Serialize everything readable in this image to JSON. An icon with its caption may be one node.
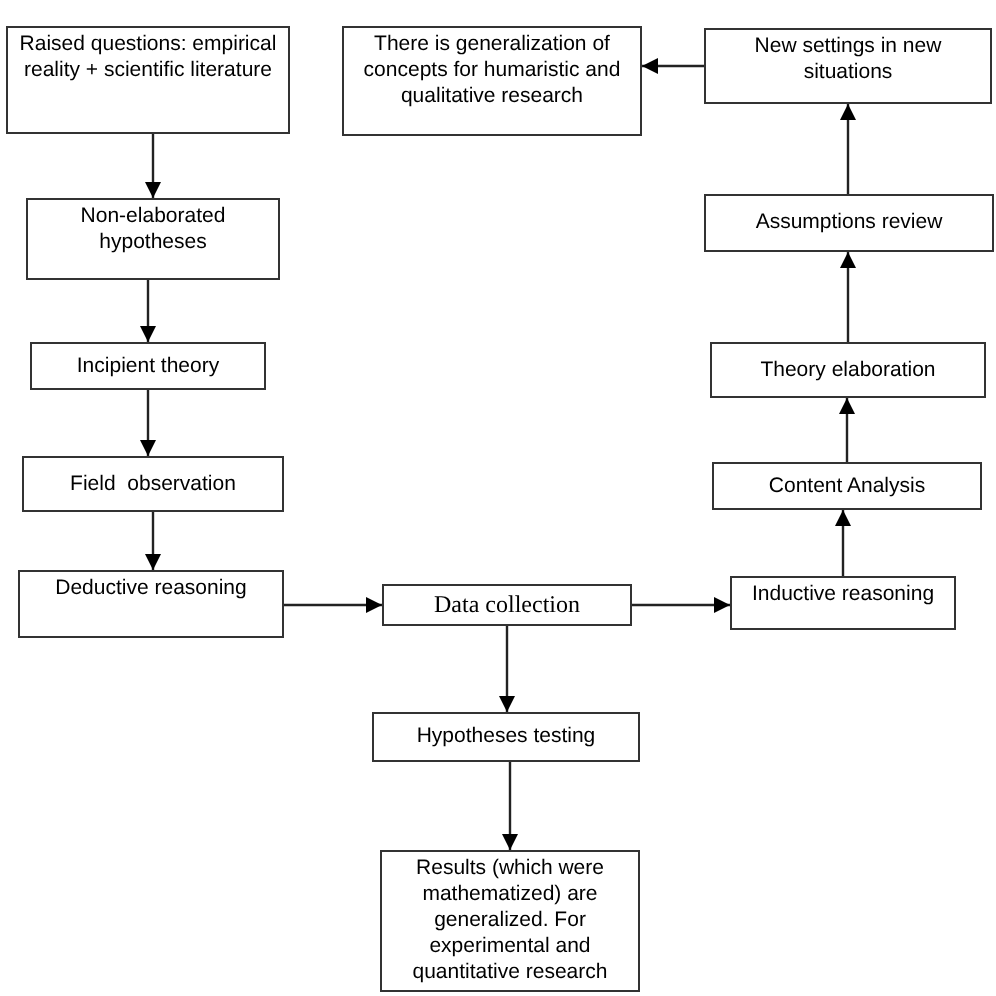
{
  "diagram": {
    "nodes": [
      {
        "text": [
          "Raised questions: empirical reality + scientific literature"
        ]
      },
      {
        "text": [
          "There is generalization of concepts for humaristic and qualitative research"
        ]
      },
      {
        "text": [
          "New settings in new situations"
        ]
      },
      {
        "text": [
          "Non-elaborated hypotheses"
        ]
      },
      {
        "text": [
          "Assumptions review"
        ]
      },
      {
        "text": [
          "Theory elaboration"
        ]
      },
      {
        "text": [
          "Incipient theory"
        ]
      },
      {
        "text": [
          "Field  observation"
        ]
      },
      {
        "text": [
          "Content Analysis"
        ]
      },
      {
        "text": [
          "Deductive reasoning"
        ]
      },
      {
        "text": [
          "Data collection"
        ]
      },
      {
        "text": [
          "Inductive reasoning"
        ]
      },
      {
        "text": [
          "Hypotheses testing"
        ]
      },
      {
        "text": [
          "Results (which were mathematized) are generalized. For experimental and quantitative research"
        ]
      }
    ],
    "edges": [
      {
        "from": 0,
        "to": 3,
        "arrow": "to"
      },
      {
        "from": 3,
        "to": 6,
        "arrow": "to"
      },
      {
        "from": 6,
        "to": 7,
        "arrow": "to"
      },
      {
        "from": 7,
        "to": 9,
        "arrow": "to"
      },
      {
        "from": 9,
        "to": 10,
        "arrow": "to"
      },
      {
        "from": 10,
        "to": 11,
        "arrow": "to"
      },
      {
        "from": 10,
        "to": 12,
        "arrow": "to"
      },
      {
        "from": 12,
        "to": 13,
        "arrow": "to"
      },
      {
        "from": 11,
        "to": 8,
        "arrow": "to"
      },
      {
        "from": 8,
        "to": 5,
        "arrow": "to"
      },
      {
        "from": 5,
        "to": 4,
        "arrow": "to"
      },
      {
        "from": 4,
        "to": 2,
        "arrow": "to"
      },
      {
        "from": 2,
        "to": 1,
        "arrow": "to"
      }
    ]
  }
}
